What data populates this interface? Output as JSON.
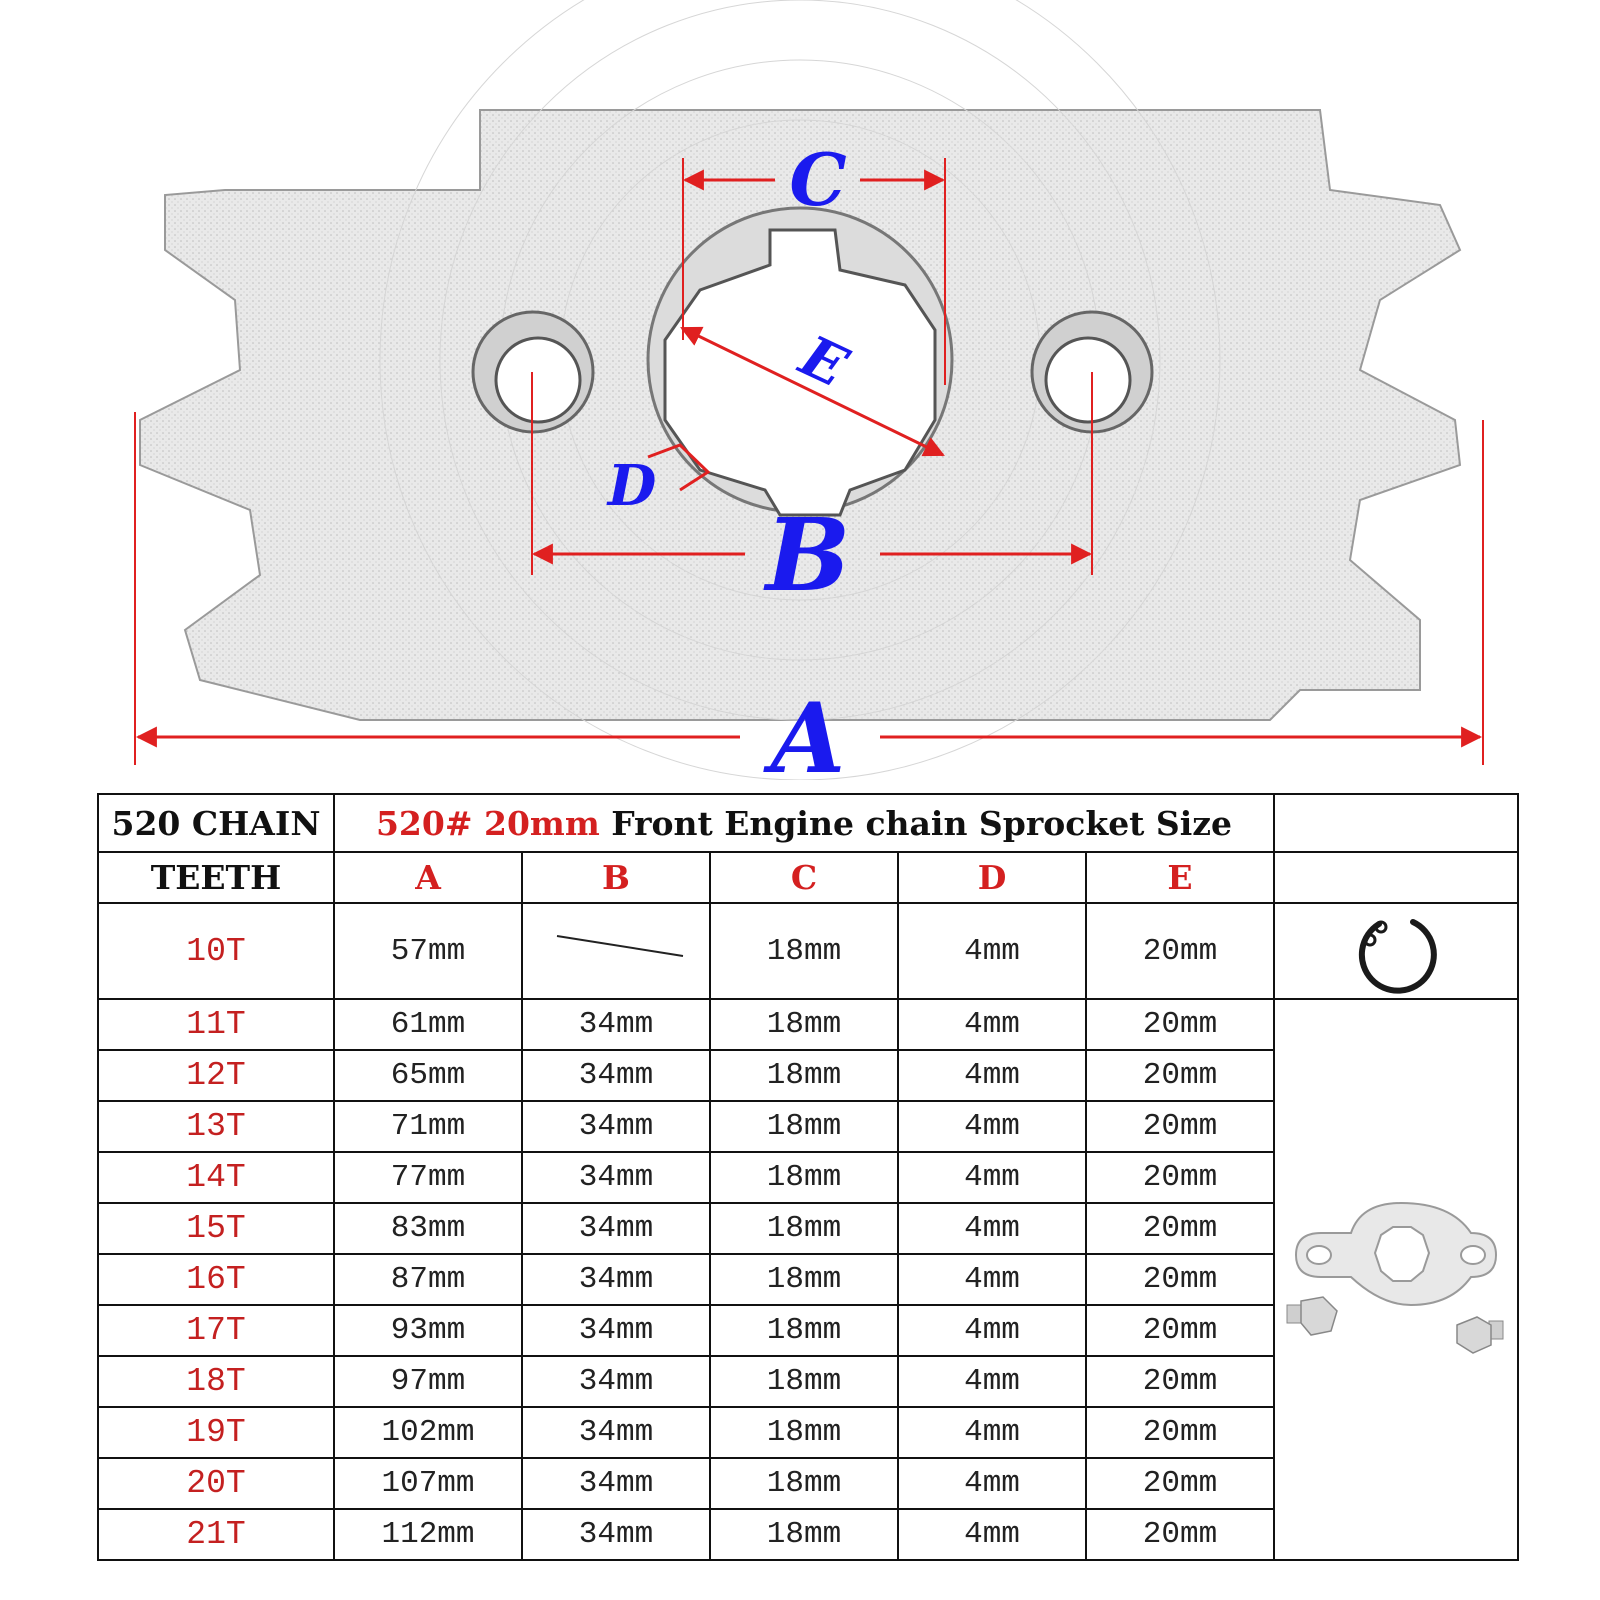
{
  "diagram": {
    "labels": {
      "a": "A",
      "b": "B",
      "c": "C",
      "d": "D",
      "e": "E"
    }
  },
  "table": {
    "corner_label": "520 CHAIN",
    "title_red": "520# 20mm",
    "title_black": " Front Engine chain Sprocket Size",
    "teeth_header": "TEETH",
    "columns": [
      "A",
      "B",
      "C",
      "D",
      "E"
    ],
    "rows": [
      {
        "teeth": "10T",
        "a": "57mm",
        "b": "",
        "c": "18mm",
        "d": "4mm",
        "e": "20mm"
      },
      {
        "teeth": "11T",
        "a": "61mm",
        "b": "34mm",
        "c": "18mm",
        "d": "4mm",
        "e": "20mm"
      },
      {
        "teeth": "12T",
        "a": "65mm",
        "b": "34mm",
        "c": "18mm",
        "d": "4mm",
        "e": "20mm"
      },
      {
        "teeth": "13T",
        "a": "71mm",
        "b": "34mm",
        "c": "18mm",
        "d": "4mm",
        "e": "20mm"
      },
      {
        "teeth": "14T",
        "a": "77mm",
        "b": "34mm",
        "c": "18mm",
        "d": "4mm",
        "e": "20mm"
      },
      {
        "teeth": "15T",
        "a": "83mm",
        "b": "34mm",
        "c": "18mm",
        "d": "4mm",
        "e": "20mm"
      },
      {
        "teeth": "16T",
        "a": "87mm",
        "b": "34mm",
        "c": "18mm",
        "d": "4mm",
        "e": "20mm"
      },
      {
        "teeth": "17T",
        "a": "93mm",
        "b": "34mm",
        "c": "18mm",
        "d": "4mm",
        "e": "20mm"
      },
      {
        "teeth": "18T",
        "a": "97mm",
        "b": "34mm",
        "c": "18mm",
        "d": "4mm",
        "e": "20mm"
      },
      {
        "teeth": "19T",
        "a": "102mm",
        "b": "34mm",
        "c": "18mm",
        "d": "4mm",
        "e": "20mm"
      },
      {
        "teeth": "20T",
        "a": "107mm",
        "b": "34mm",
        "c": "18mm",
        "d": "4mm",
        "e": "20mm"
      },
      {
        "teeth": "21T",
        "a": "112mm",
        "b": "34mm",
        "c": "18mm",
        "d": "4mm",
        "e": "20mm"
      }
    ]
  },
  "colors": {
    "dimension_line": "#e02020",
    "dimension_letter": "#1a1aee",
    "teeth_text": "#c42020"
  },
  "icons": [
    "circlip-icon",
    "lock-plate-with-bolts-icon"
  ]
}
